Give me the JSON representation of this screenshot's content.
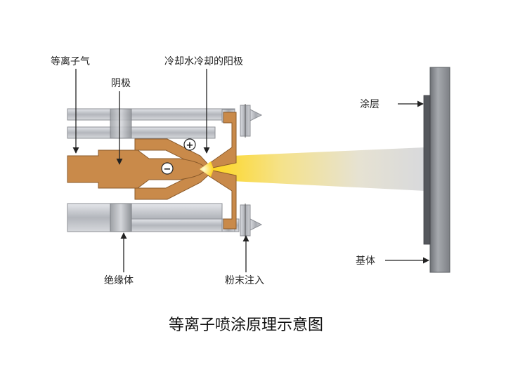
{
  "labels": {
    "plasma_gas": "等离子气",
    "cathode": "阴极",
    "anode": "冷却水冷却的阳极",
    "coating": "涂层",
    "substrate": "基体",
    "insulator": "绝缘体",
    "powder_injection": "粉末注入"
  },
  "signs": {
    "plus": "+",
    "minus": "−"
  },
  "caption": "等离子喷涂原理示意图",
  "colors": {
    "copper": "#c98a4a",
    "steel": "#b9bcc2",
    "flame": "#f7d23a",
    "substrate": "#8a8d93"
  }
}
